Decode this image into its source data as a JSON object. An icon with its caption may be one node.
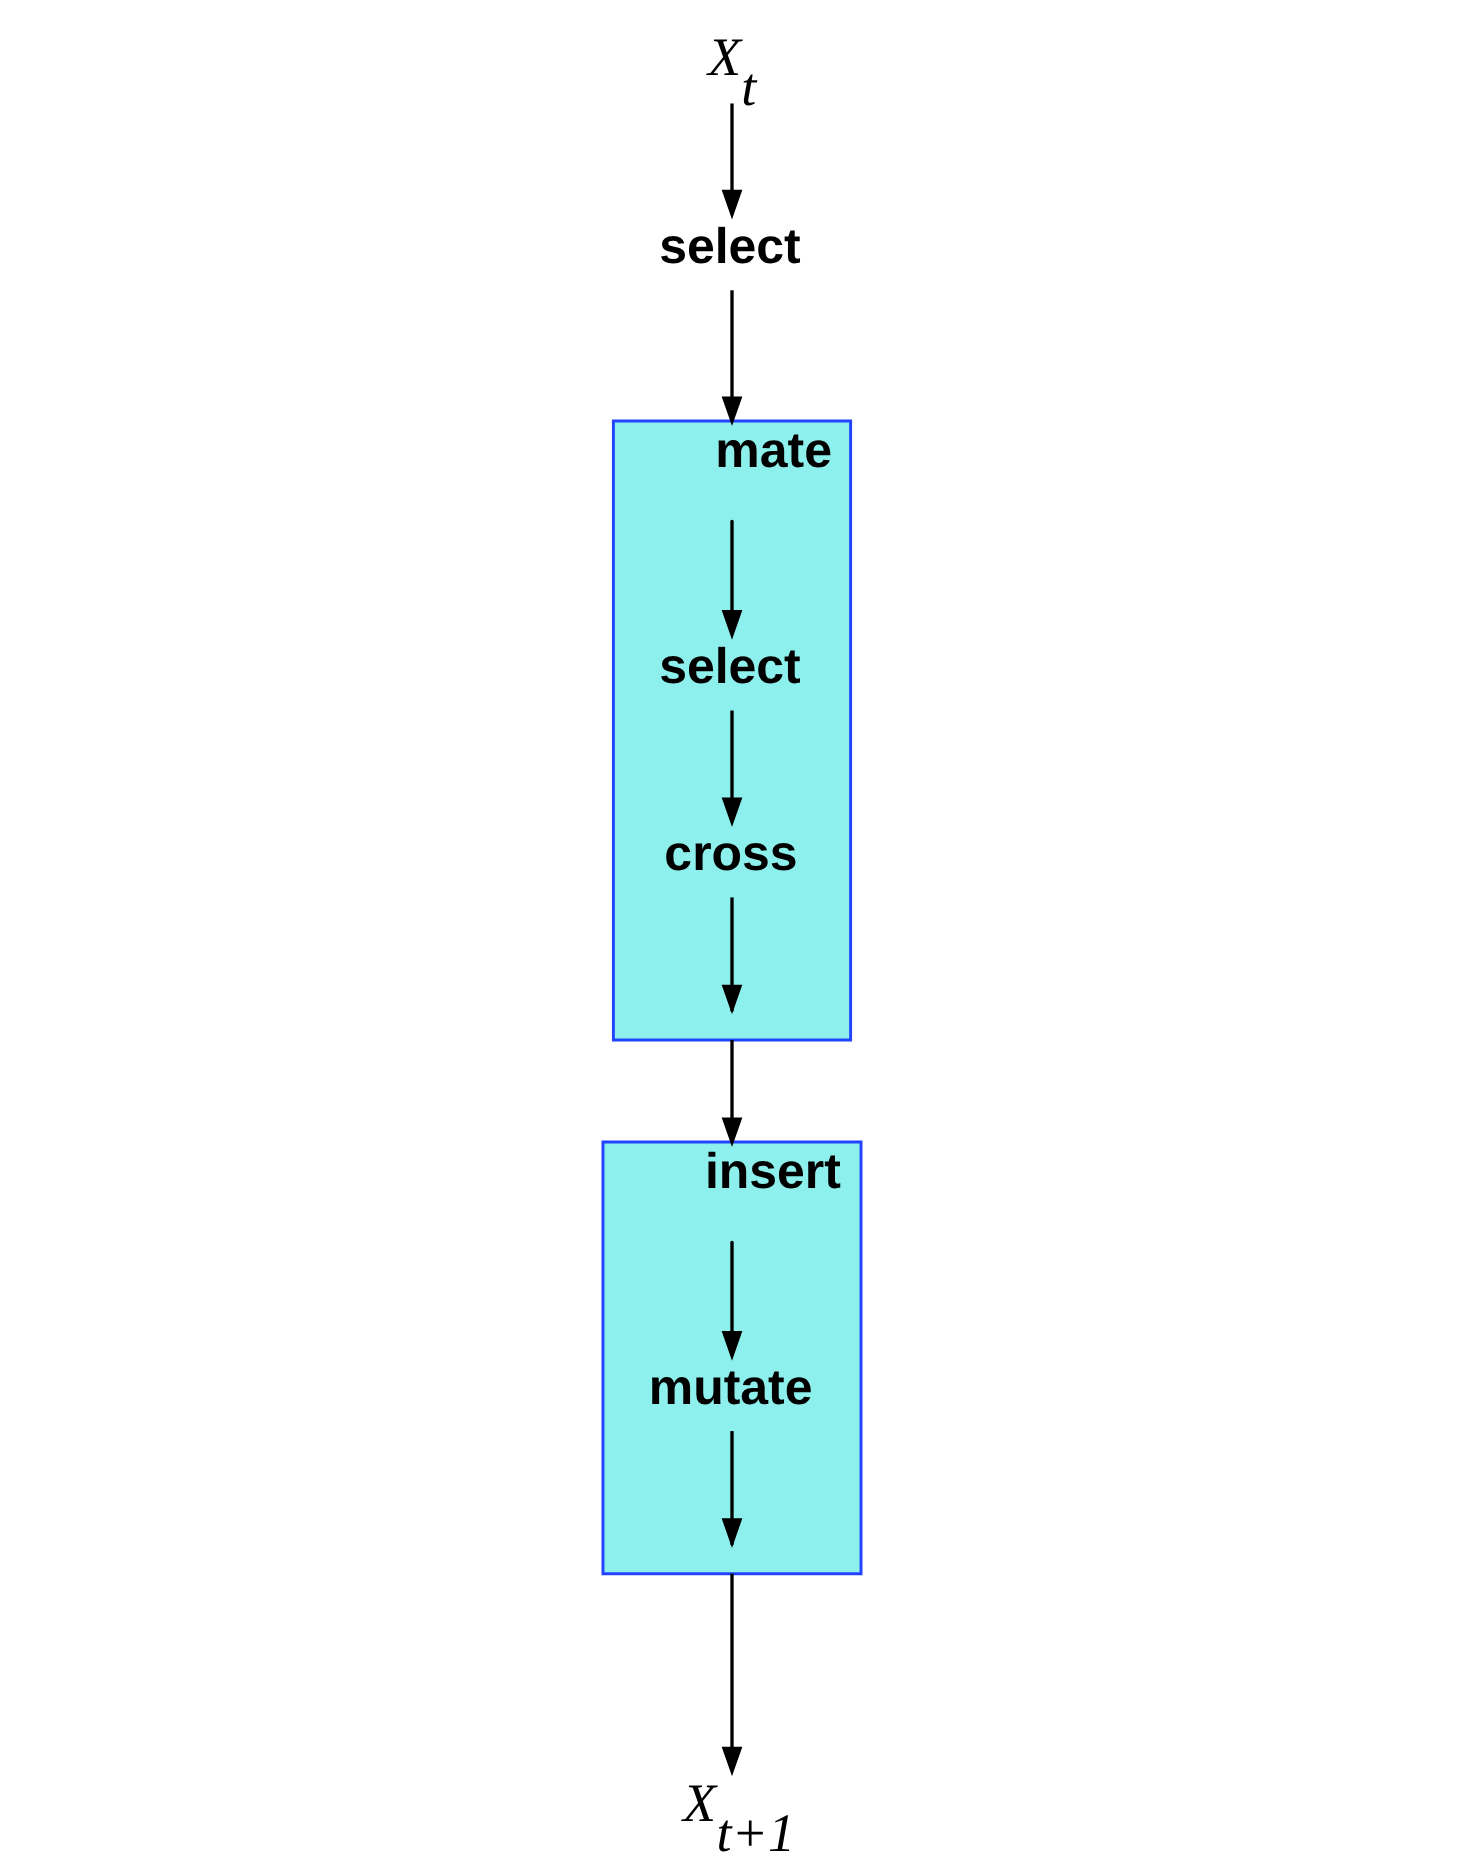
{
  "diagram": {
    "nodes": [
      {
        "text": [
          "X$_{t}$"
        ]
      },
      {
        "text": [
          "select"
        ]
      },
      {
        "text": [
          "mate"
        ]
      },
      {
        "text": [
          "select"
        ],
        "in": 2
      },
      {
        "text": [
          "cross"
        ],
        "in": 2
      },
      {
        "text": [
          "insert"
        ]
      },
      {
        "text": [
          "mutate"
        ],
        "in": 5
      },
      {
        "text": [
          "X$_{t+1}$"
        ]
      }
    ],
    "edges": [
      {
        "from": 0,
        "to": 1,
        "arrow": "to"
      },
      {
        "from": 1,
        "to": 2,
        "arrow": "to"
      },
      {
        "from": null,
        "to": 3,
        "arrow": "to"
      },
      {
        "from": 3,
        "to": 4,
        "arrow": "to"
      },
      {
        "from": 4,
        "to": null,
        "arrow": "to"
      },
      {
        "from": 2,
        "to": 5,
        "arrow": "to"
      },
      {
        "from": null,
        "to": 6,
        "arrow": "to"
      },
      {
        "from": 6,
        "to": null,
        "arrow": "to"
      },
      {
        "from": 5,
        "to": 7,
        "arrow": "to"
      }
    ]
  }
}
